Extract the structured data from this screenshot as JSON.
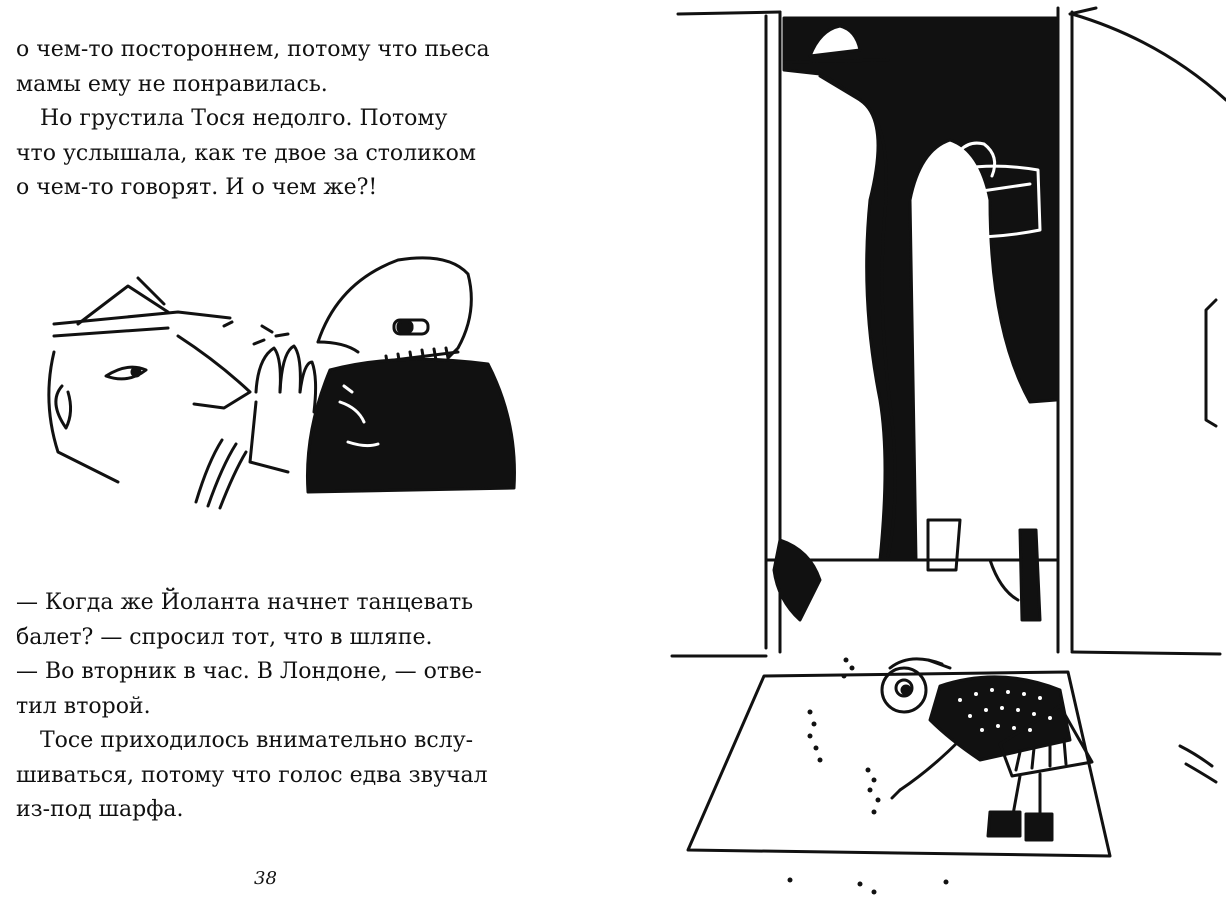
{
  "left_page": {
    "top_paragraphs": [
      {
        "lines": [
          "о чем-то постороннем, потому что пьеса",
          "мамы ему не понравилась."
        ]
      },
      {
        "lines": [
          "Но грустила Тося недолго. Потому",
          "что услышала, как те двое за столиком",
          "о чем-то говорят. И о чем же?!"
        ]
      }
    ],
    "bottom_paragraphs": [
      {
        "lines": [
          "— Когда же Йоланта начнет танцевать",
          "балет? — спросил тот, что в шляпе."
        ]
      },
      {
        "lines": [
          "— Во вторник в час. В Лондоне, — отве-",
          "тил второй."
        ]
      },
      {
        "lines": [
          "Тосе приходилось внимательно вслу-",
          "шиваться, потому что голос едва звучал",
          "из-под шарфа."
        ]
      }
    ],
    "page_number": "38"
  },
  "illustrations": {
    "whisper_scene": "two-men-whispering-illustration",
    "doorway_scene": "girl-in-doorway-illustration"
  },
  "colors": {
    "ink": "#111111",
    "paper": "#ffffff"
  }
}
